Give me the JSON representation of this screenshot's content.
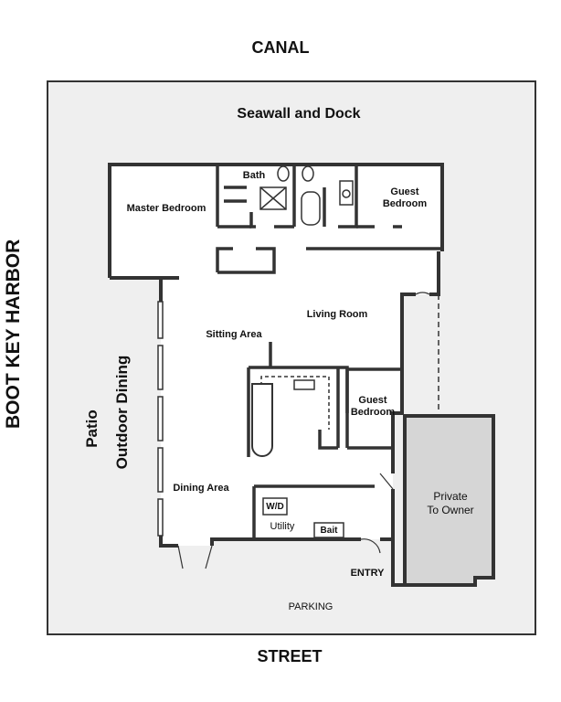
{
  "outer_labels": {
    "top": "CANAL",
    "bottom": "STREET",
    "left": "BOOT KEY HARBOR",
    "seawall": "Seawall and Dock",
    "parking": "PARKING",
    "entry": "ENTRY"
  },
  "patio": {
    "line1": "Patio",
    "line2": "Outdoor Dining"
  },
  "rooms": {
    "bath": "Bath",
    "master_bedroom": "Master Bedroom",
    "guest_bedroom_top_line1": "Guest",
    "guest_bedroom_top_line2": "Bedroom",
    "living_room": "Living Room",
    "sitting_area": "Sitting Area",
    "guest_bedroom_mid_line1": "Guest",
    "guest_bedroom_mid_line2": "Bedroom",
    "dining_area": "Dining Area",
    "private_line1": "Private",
    "private_line2": "To Owner",
    "wd": "W/D",
    "utility": "Utility",
    "bait": "Bait"
  },
  "colors": {
    "lot": "#efefef",
    "wall": "#333333",
    "interior": "#ffffff",
    "private": "#d6d6d6"
  }
}
